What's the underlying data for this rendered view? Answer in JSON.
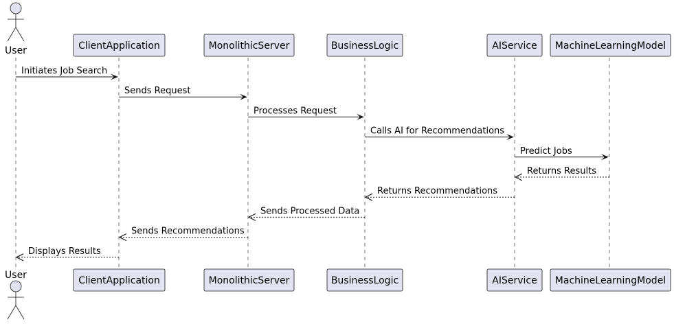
{
  "diagram": {
    "participants": [
      {
        "id": "user",
        "label": "User",
        "kind": "actor"
      },
      {
        "id": "client",
        "label": "ClientApplication",
        "kind": "participant"
      },
      {
        "id": "server",
        "label": "MonolithicServer",
        "kind": "participant"
      },
      {
        "id": "logic",
        "label": "BusinessLogic",
        "kind": "participant"
      },
      {
        "id": "ai",
        "label": "AIService",
        "kind": "participant"
      },
      {
        "id": "ml",
        "label": "MachineLearningModel",
        "kind": "participant"
      }
    ],
    "messages": [
      {
        "from": "user",
        "to": "client",
        "label": "Initiates Job Search",
        "style": "sync"
      },
      {
        "from": "client",
        "to": "server",
        "label": "Sends Request",
        "style": "sync"
      },
      {
        "from": "server",
        "to": "logic",
        "label": "Processes Request",
        "style": "sync"
      },
      {
        "from": "logic",
        "to": "ai",
        "label": "Calls AI for Recommendations",
        "style": "sync"
      },
      {
        "from": "ai",
        "to": "ml",
        "label": "Predict Jobs",
        "style": "sync"
      },
      {
        "from": "ml",
        "to": "ai",
        "label": "Returns Results",
        "style": "reply"
      },
      {
        "from": "ai",
        "to": "logic",
        "label": "Returns Recommendations",
        "style": "reply"
      },
      {
        "from": "logic",
        "to": "server",
        "label": "Sends Processed Data",
        "style": "reply"
      },
      {
        "from": "server",
        "to": "client",
        "label": "Sends Recommendations",
        "style": "reply"
      },
      {
        "from": "client",
        "to": "user",
        "label": "Displays Results",
        "style": "reply"
      }
    ]
  },
  "colors": {
    "participant_fill": "#e2e2f0",
    "stroke": "#181818",
    "text": "#000000",
    "background": "#ffffff"
  }
}
